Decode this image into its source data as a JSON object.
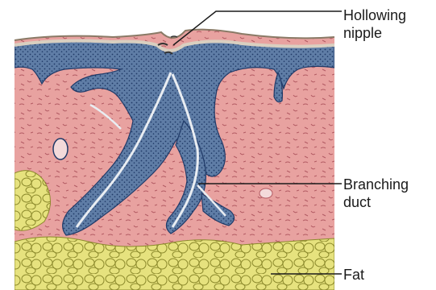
{
  "labels": {
    "nipple": {
      "line1": "Hollowing",
      "line2": "nipple"
    },
    "duct": {
      "line1": "Branching",
      "line2": "duct"
    },
    "fat": {
      "line1": "Fat"
    }
  },
  "colors": {
    "dermis": "#e8a2a0",
    "dermis_fiber": "#b25a62",
    "epithelium": "#5f7da6",
    "epithelium_dots": "#203a68",
    "duct_lumen": "#e9edf2",
    "fat": "#e6e27e",
    "fat_outline": "#8c8a2c",
    "surface": "#d9cfc0",
    "leader_line": "#1a1a1a"
  }
}
